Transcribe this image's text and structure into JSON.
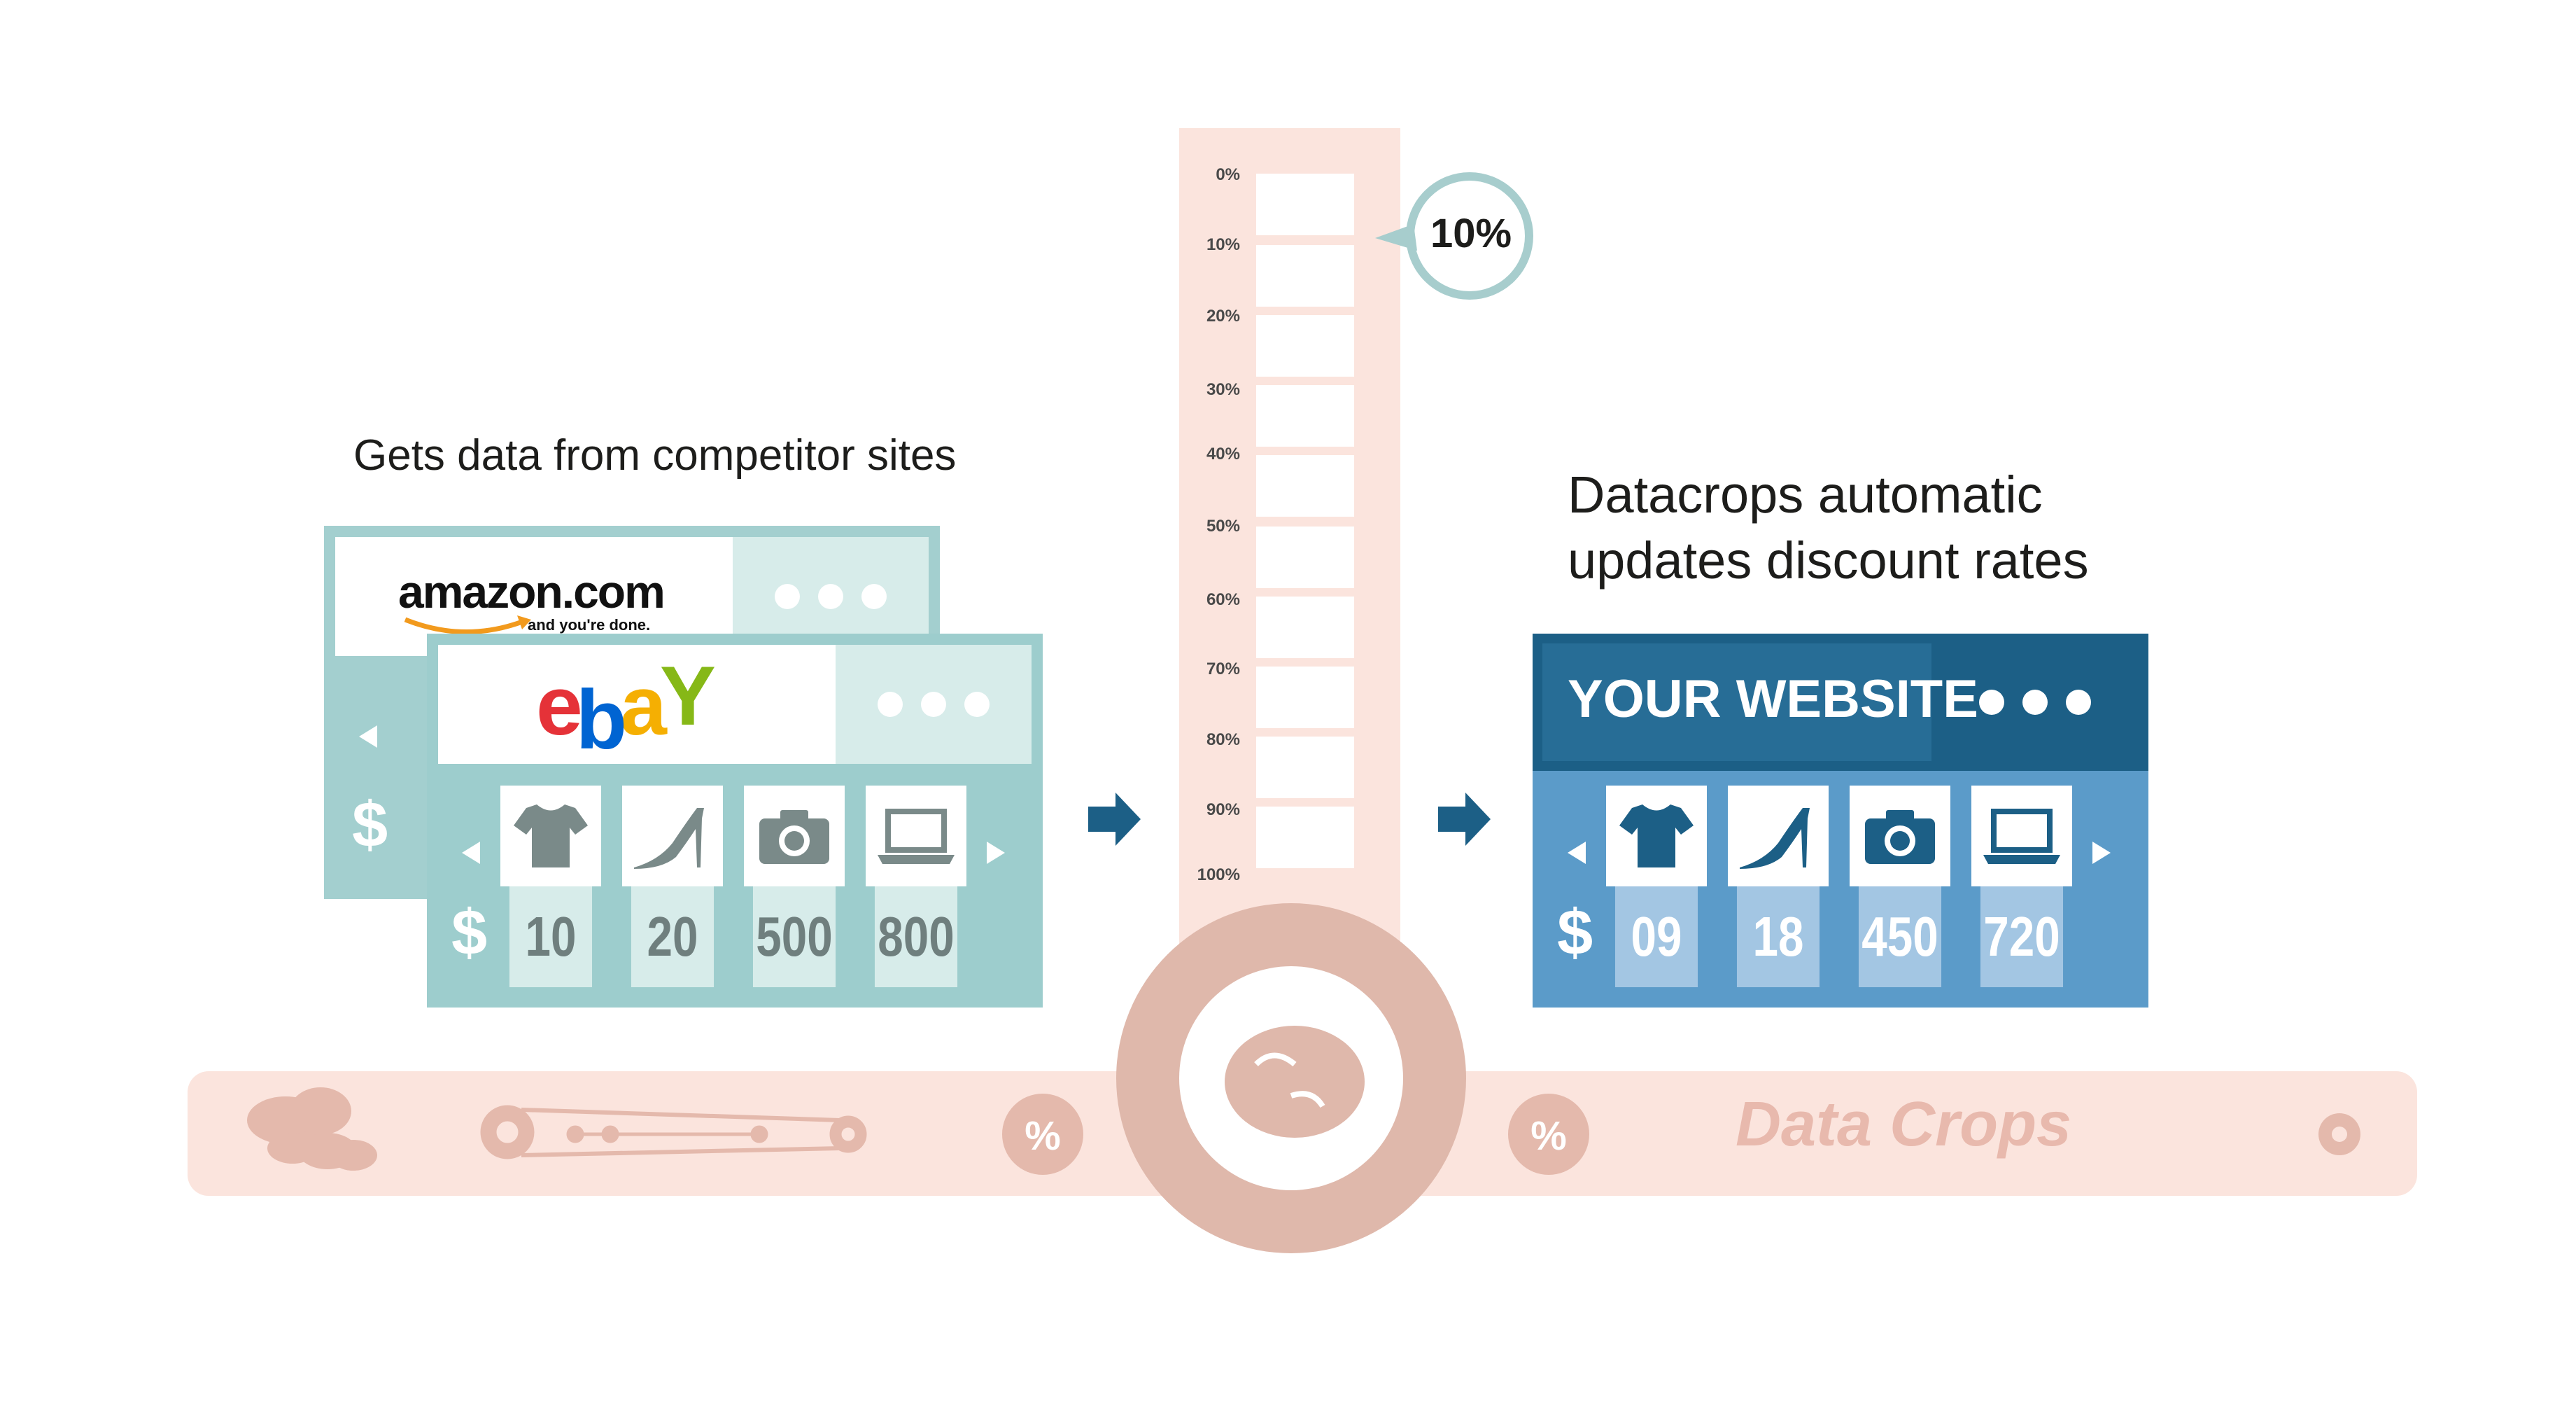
{
  "captions": {
    "left": "Gets data from competitor sites",
    "right_line1": "Datacrops automatic",
    "right_line2": "updates discount rates"
  },
  "competitors": {
    "amazon": {
      "logo_text": "amazon.com",
      "tagline": "and you're done."
    },
    "ebay": {
      "logo_letters": [
        "e",
        "b",
        "a",
        "Y"
      ],
      "logo_colors": [
        "#e53238",
        "#0064d2",
        "#f5af02",
        "#86b817"
      ],
      "currency": "$",
      "prices": [
        "10",
        "20",
        "500",
        "800"
      ]
    }
  },
  "products": [
    "t-shirt-icon",
    "high-heel-icon",
    "camera-icon",
    "laptop-icon"
  ],
  "discount_scale": {
    "labels": [
      "0%",
      "10%",
      "20%",
      "30%",
      "40%",
      "50%",
      "60%",
      "70%",
      "80%",
      "90%",
      "100%"
    ],
    "selected": "10%"
  },
  "your_website": {
    "title": "YOUR WEBSITE",
    "currency": "$",
    "prices": [
      "09",
      "18",
      "450",
      "720"
    ]
  },
  "brand": "Data Crops",
  "colors": {
    "competitor_teal": "#9dcdcd",
    "competitor_tile": "#d7ecea",
    "site_dark_blue": "#1c5f86",
    "site_mid_blue": "#5b9bc9",
    "site_tile_blue": "#a3c6e3",
    "gear_pink": "#dfb8ab",
    "band_pink": "#fbe4dd",
    "arrow_blue": "#1c5f86"
  }
}
